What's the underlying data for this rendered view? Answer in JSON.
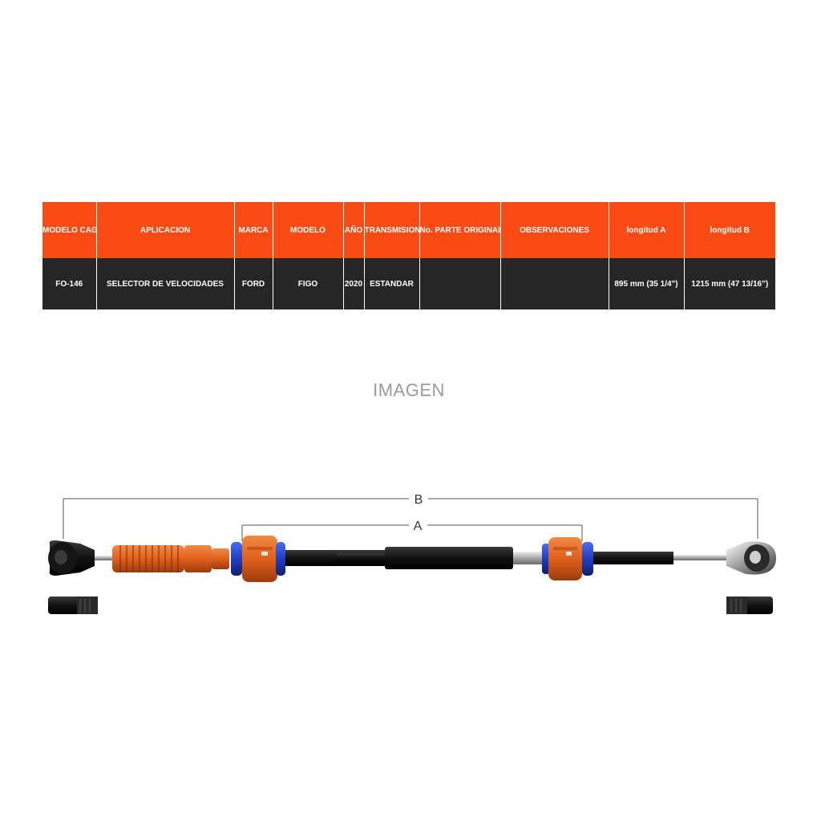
{
  "table": {
    "headers": [
      "MODELO CAG",
      "APLICACION",
      "MARCA",
      "MODELO",
      "AÑO",
      "TRANSMISION",
      "No. PARTE ORIGINAL",
      "OBSERVACIONES",
      "longitud A",
      "longitud B"
    ],
    "row": [
      "FO-146",
      "SELECTOR DE VELOCIDADES",
      "FORD",
      "FIGO",
      "2020",
      "ESTANDAR",
      "",
      "",
      "895 mm (35 1/4\")",
      "1215 mm (47 13/16\")"
    ]
  },
  "image_section": {
    "heading": "IMAGEN",
    "dimension_a_label": "A",
    "dimension_b_label": "B"
  },
  "colors": {
    "header_bg": "#fb4b15",
    "row_bg": "#262626",
    "cable_orange": "#e8661f",
    "cable_blue": "#1f3fbf"
  }
}
